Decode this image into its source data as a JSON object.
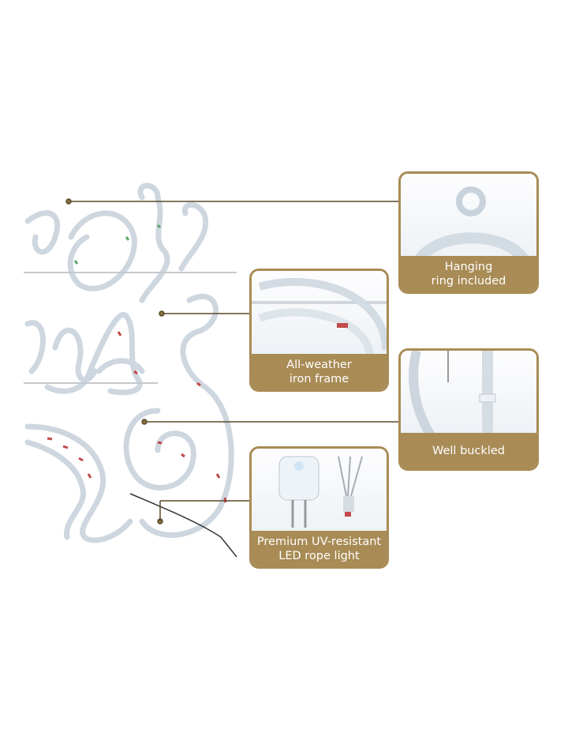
{
  "accent_color": "#a88b55",
  "callouts": [
    {
      "label": "Hanging\nring included",
      "icon": "hanging-ring"
    },
    {
      "label": "All-weather\niron frame",
      "icon": "iron-frame"
    },
    {
      "label": "Well buckled",
      "icon": "buckle"
    },
    {
      "label": "Premium UV-resistant\nLED rope light",
      "icon": "led-bulb"
    }
  ]
}
